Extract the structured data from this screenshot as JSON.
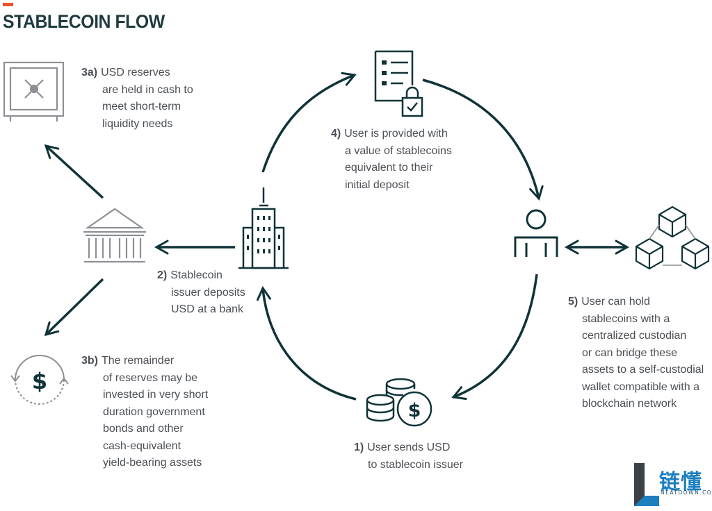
{
  "header": {
    "title": "STABLECOIN FLOW"
  },
  "steps": {
    "step_1": {
      "num": "1)",
      "lines": [
        "User sends USD",
        "to stablecoin issuer"
      ]
    },
    "step_2": {
      "num": "2)",
      "lines": [
        "Stablecoin",
        "issuer deposits",
        "USD at a bank"
      ]
    },
    "step_3a": {
      "num": "3a)",
      "lines": [
        "USD reserves",
        "are held in cash to",
        "meet short-term",
        "liquidity needs"
      ]
    },
    "step_3b": {
      "num": "3b)",
      "lines": [
        "The remainder",
        "of reserves may be",
        "invested in very short",
        "duration government",
        "bonds and other",
        "cash-equivalent",
        "yield-bearing assets"
      ]
    },
    "step_4": {
      "num": "4)",
      "lines": [
        "User is provided with",
        "a value of stablecoins",
        "equivalent to their",
        "initial deposit"
      ]
    },
    "step_5": {
      "num": "5)",
      "lines": [
        "User can hold",
        "stablecoins with a",
        "centralized custodian",
        "or can bridge these",
        "assets to a self-custodial",
        "wallet compatible with a",
        "blockchain network"
      ]
    }
  },
  "icons": {
    "node_coins": "coins-dollar-icon",
    "node_issuer": "office-building-icon",
    "node_bank": "bank-icon",
    "node_vault": "vault-safe-icon",
    "node_bonds": "dollar-cycle-icon",
    "node_document": "document-lock-icon",
    "node_user": "user-icon",
    "node_blockchain": "blockchain-cubes-icon"
  },
  "watermark": {
    "text": "链懂",
    "url": "NEATDOWN.COM"
  },
  "colors": {
    "primary": "#0f3338",
    "muted": "#8c9094",
    "text": "#4a4f55",
    "accent": "#e8532b",
    "logo_blue": "#1c7fc0"
  }
}
